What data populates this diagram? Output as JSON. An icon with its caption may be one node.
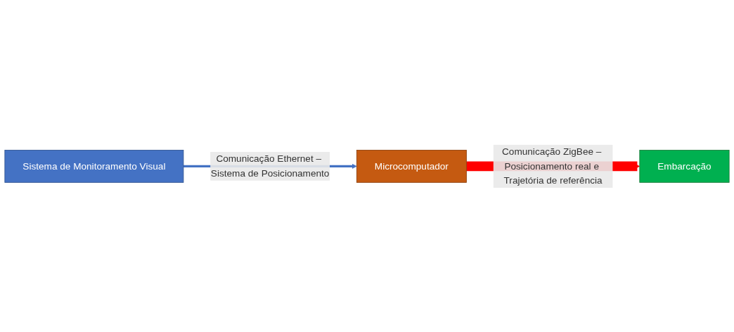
{
  "diagram": {
    "nodes": [
      {
        "text": [
          "Microcomputador"
        ]
      },
      {
        "text": [
          "Embarcação"
        ]
      },
      {
        "text": [
          "Sistema de Monitoramento Visual"
        ]
      }
    ],
    "edges": [
      {
        "from": 2,
        "to": 0,
        "arrow": "to",
        "label": "Comunicação Ethernet – Sistema de Posicionamento",
        "color": "#4472c4"
      },
      {
        "from": 0,
        "to": 1,
        "arrow": "to",
        "label": "Comunicação ZigBee – Posicionamento real e Trajetória de referência",
        "style": "thick",
        "color": "#ff0000"
      }
    ]
  }
}
